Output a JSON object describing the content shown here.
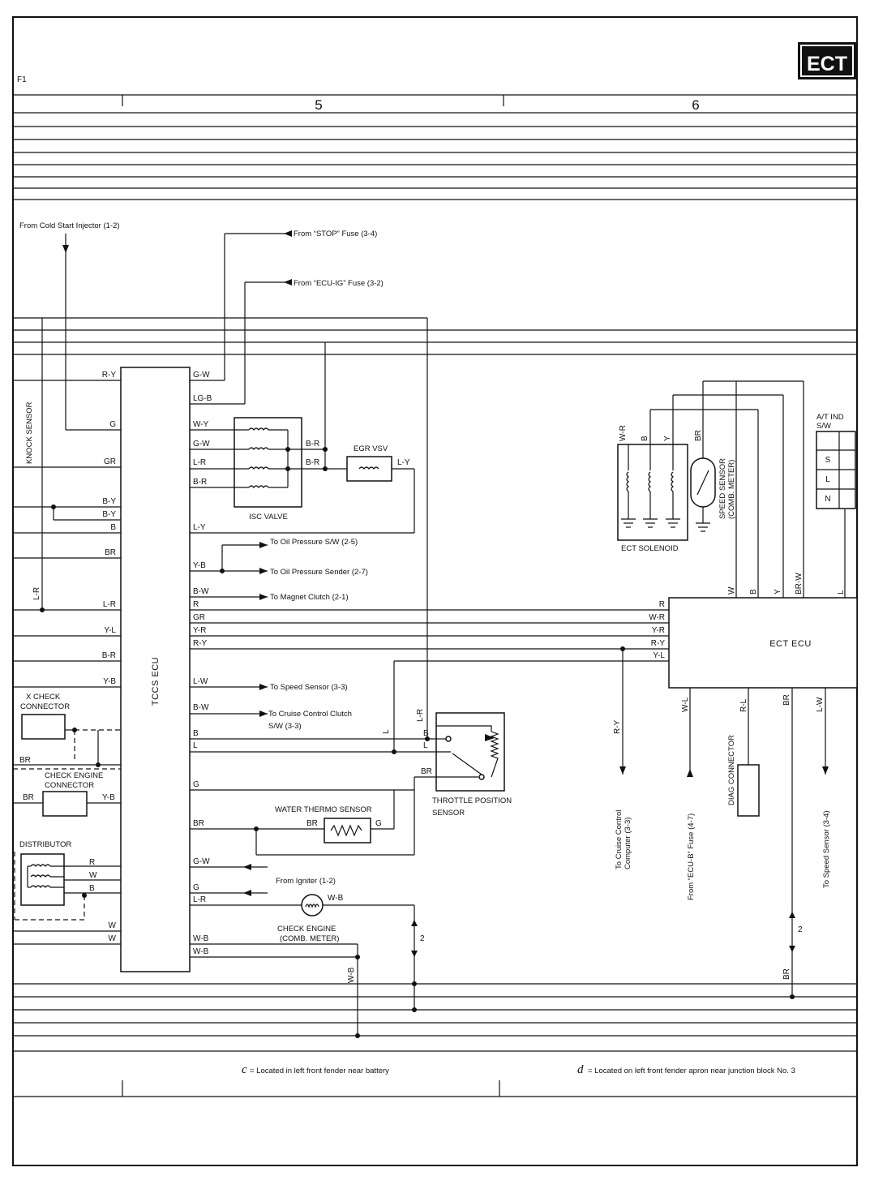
{
  "page": {
    "sheet_id": "F1",
    "badge": "ECT",
    "columns": [
      "5",
      "6"
    ]
  },
  "notes": {
    "c_symbol": "c",
    "c_text": "= Located in left front fender near battery",
    "d_symbol": "d",
    "d_text": "= Located on left front fender apron near junction block No. 3"
  },
  "sources": {
    "cold_start": "From Cold Start Injector (1-2)",
    "stop_fuse": "From “STOP” Fuse (3-4)",
    "ecu_ig_fuse": "From “ECU-IG” Fuse (3-2)",
    "oil_pressure_sw": "To Oil Pressure S/W (2-5)",
    "oil_pressure_sender": "To Oil Pressure Sender (2-7)",
    "magnet_clutch": "To Magnet Clutch (2-1)",
    "speed_sensor_33": "To Speed Sensor (3-3)",
    "cruise_clutch_1": "To Cruise Control Clutch",
    "cruise_clutch_2": "S/W (3-3)",
    "igniter": "From Igniter (1-2)",
    "cruise_computer_1": "To Cruise Control",
    "cruise_computer_2": "Computer (3-3)",
    "ecu_b_fuse": "From “ECU-B” Fuse (4-7)",
    "speed_sensor_34": "To Speed Sensor (3-4)"
  },
  "components": {
    "knock_sensor": "KNOCK SENSOR",
    "tccs_ecu": "TCCS ECU",
    "isc_valve": "ISC VALVE",
    "egr_vsv": "EGR VSV",
    "x_check_1": "X CHECK",
    "x_check_2": "CONNECTOR",
    "check_engine_conn_1": "CHECK ENGINE",
    "check_engine_conn_2": "CONNECTOR",
    "distributor": "DISTRIBUTOR",
    "water_thermo": "WATER THERMO SENSOR",
    "check_engine_lamp_1": "CHECK ENGINE",
    "check_engine_lamp_2": "(COMB. METER)",
    "throttle_1": "THROTTLE POSITION",
    "throttle_2": "SENSOR",
    "ect_solenoid": "ECT SOLENOID",
    "speed_sensor_comb_1": "SPEED SENSOR",
    "speed_sensor_comb_2": "(COMB. METER)",
    "at_ind_1": "A/T IND",
    "at_ind_2": "S/W",
    "ect_ecu": "ECT ECU",
    "diag_connector": "DIAG CONNECTOR"
  },
  "at_positions": [
    "S",
    "L",
    "N"
  ],
  "ground_ref": "2",
  "wires": {
    "ry": "R-Y",
    "gw": "G-W",
    "lgb": "LG-B",
    "g": "G",
    "wy": "W-Y",
    "gr": "GR",
    "lr": "L-R",
    "br_": "B-R",
    "by": "B-Y",
    "b": "B",
    "br": "BR",
    "ly": "L-Y",
    "yb": "Y-B",
    "bw": "B-W",
    "r": "R",
    "yl": "Y-L",
    "yr": "Y-R",
    "lw": "L-W",
    "l": "L",
    "w": "W",
    "wb": "W-B",
    "wr": "W-R",
    "y": "Y",
    "brw": "BR-W",
    "wl": "W-L",
    "rl": "R-L"
  }
}
